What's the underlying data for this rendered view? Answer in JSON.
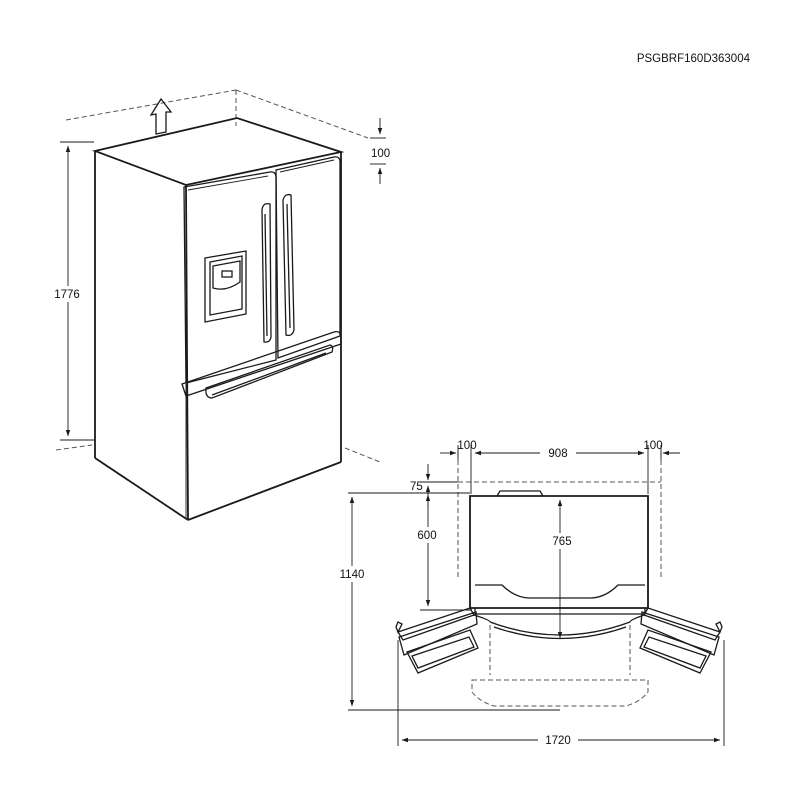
{
  "code": "PSGBRF160D363004",
  "perspective_view": {
    "height_label": "1776",
    "top_clearance_label": "100"
  },
  "plan_view": {
    "left_clearance_label": "100",
    "width_label": "908",
    "right_clearance_label": "100",
    "back_gap_label": "75",
    "door_depth_label": "600",
    "body_depth_label": "765",
    "total_depth_label": "1140",
    "total_width_label": "1720"
  }
}
